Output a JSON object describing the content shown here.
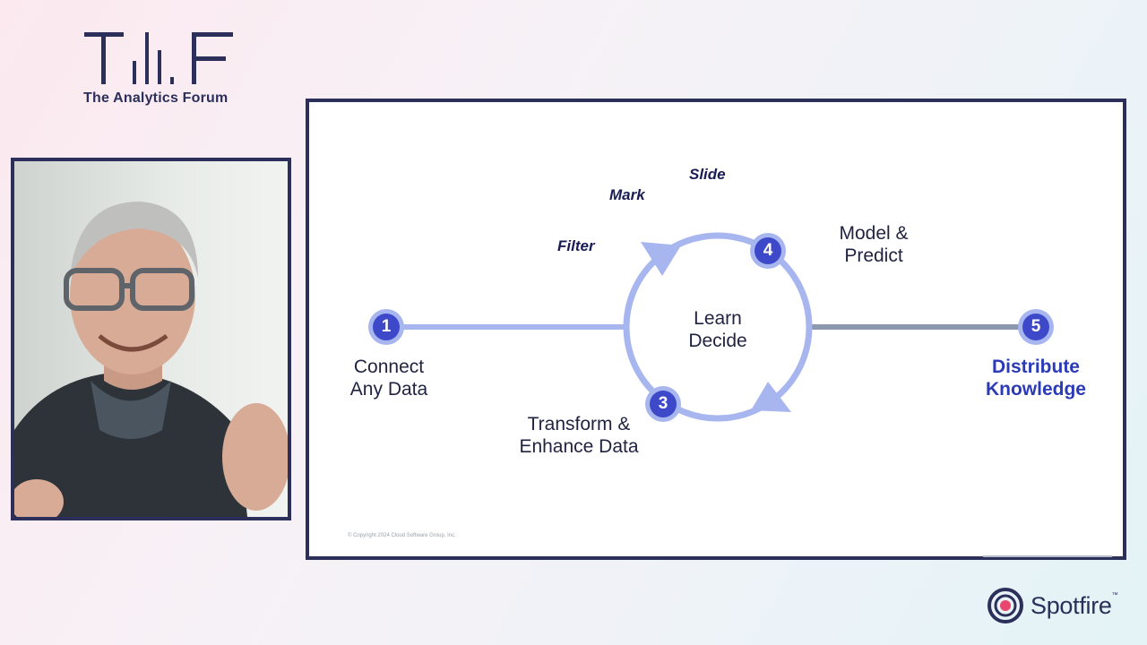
{
  "header": {
    "logo_letters": "T F",
    "tagline": "The Analytics Forum"
  },
  "speaker": {
    "description_icon": "video-feed"
  },
  "slide": {
    "steps": [
      {
        "number": "1",
        "label_line1": "Connect",
        "label_line2": "Any Data"
      },
      {
        "number": "3",
        "label_line1": "Transform &",
        "label_line2": "Enhance Data"
      },
      {
        "number": "4",
        "label_line1": "Model &",
        "label_line2": "Predict"
      },
      {
        "number": "5",
        "label_line1": "Distribute",
        "label_line2": "Knowledge"
      }
    ],
    "center_line1": "Learn",
    "center_line2": "Decide",
    "actions": [
      "Filter",
      "Mark",
      "Slide"
    ],
    "copyright": "© Copyright 2024 Cloud Software Group, Inc."
  },
  "brand": {
    "name": "Spotfire",
    "tm": "™"
  },
  "colors": {
    "navy": "#2b2f5a",
    "accent_blue": "#3d49c9",
    "light_blue": "#a8b6f0",
    "gray_line": "#8c98ad"
  }
}
